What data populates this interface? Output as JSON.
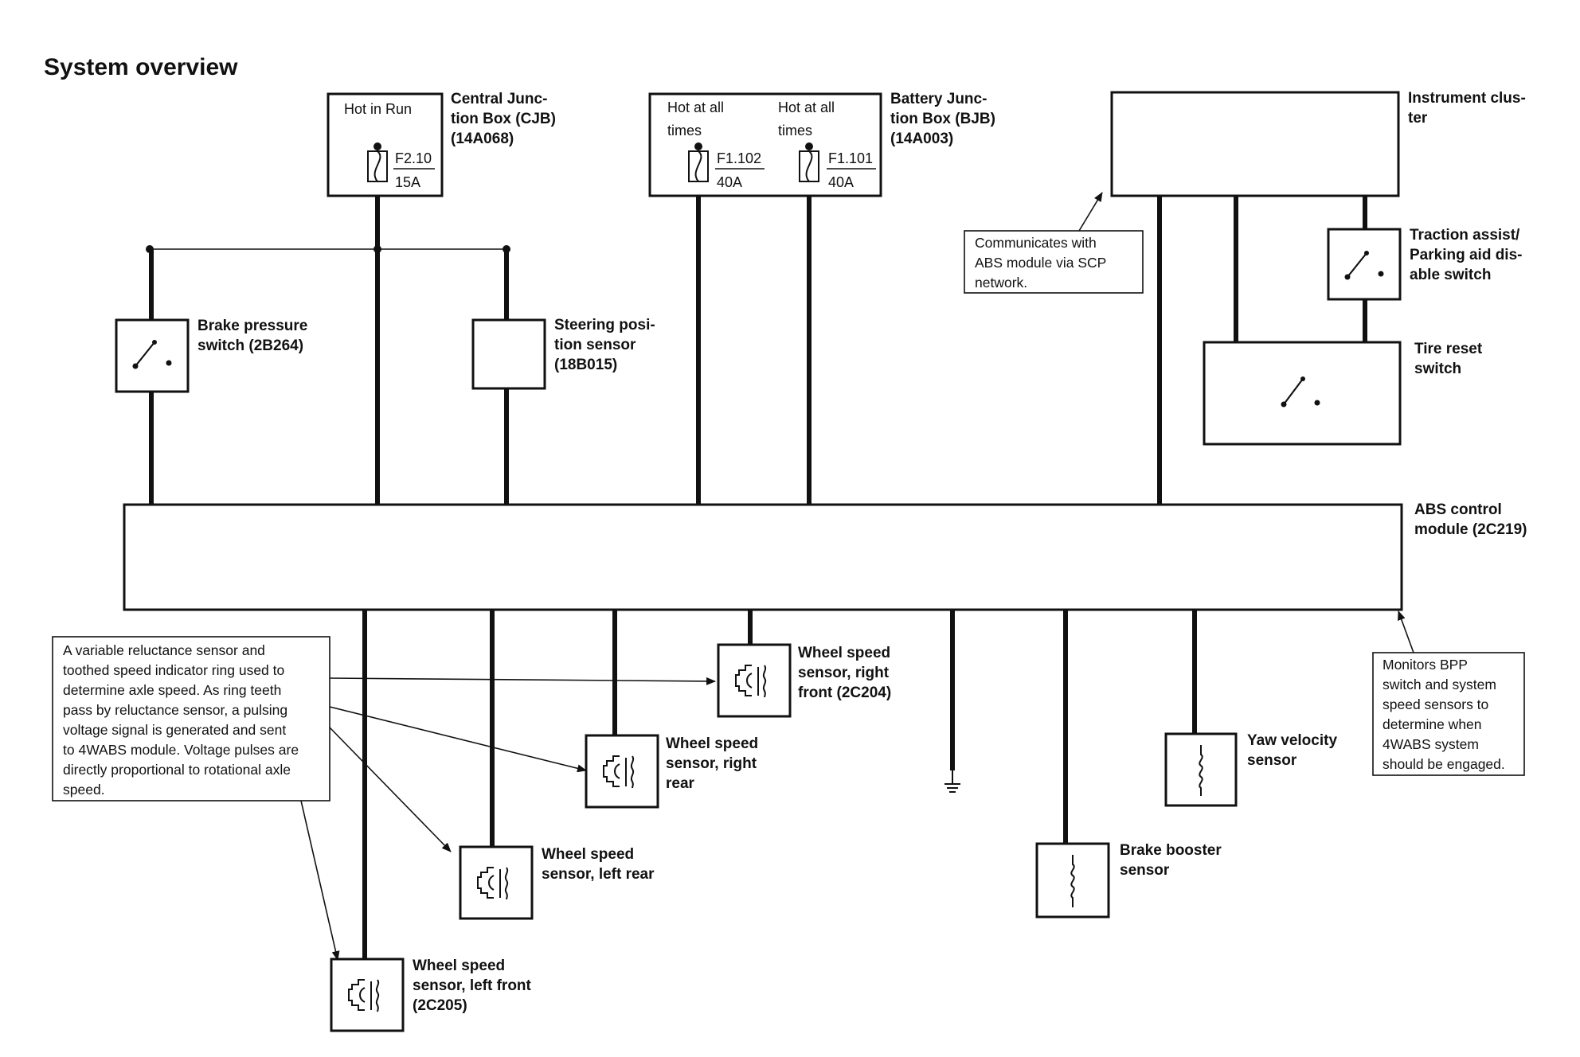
{
  "title": "System overview",
  "fuse_boxes": {
    "cjb": {
      "label_lines": [
        "Central Junc-",
        "tion Box (CJB)",
        "(14A068)"
      ],
      "feed": "Hot in Run",
      "fuse_id": "F2.10",
      "fuse_rating": "15A"
    },
    "bjb": {
      "label_lines": [
        "Battery Junc-",
        "tion Box (BJB)",
        "(14A003)"
      ],
      "feeds": [
        {
          "feed_lines": [
            "Hot at all",
            "times"
          ],
          "fuse_id": "F1.102",
          "fuse_rating": "40A"
        },
        {
          "feed_lines": [
            "Hot at all",
            "times"
          ],
          "fuse_id": "F1.101",
          "fuse_rating": "40A"
        }
      ]
    }
  },
  "instrument_cluster": {
    "label_lines": [
      "Instrument clus-",
      "ter"
    ]
  },
  "scp_note": {
    "lines": [
      "Communicates with",
      "ABS module via SCP",
      "network."
    ]
  },
  "traction_switch": {
    "label_lines": [
      "Traction assist/",
      "Parking aid dis-",
      "able switch"
    ]
  },
  "tire_reset": {
    "label_lines": [
      "Tire reset",
      "switch"
    ]
  },
  "brake_pressure": {
    "label_lines": [
      "Brake pressure",
      "switch (2B264)"
    ]
  },
  "steering_sensor": {
    "label_lines": [
      "Steering posi-",
      "tion sensor",
      "(18B015)"
    ]
  },
  "abs_module": {
    "label_lines": [
      "ABS control",
      "module (2C219)"
    ]
  },
  "vr_note": {
    "lines": [
      "A variable reluctance sensor and",
      "toothed speed indicator ring used to",
      "determine axle speed. As ring teeth",
      "pass by reluctance sensor, a pulsing",
      "voltage signal is generated and sent",
      "to 4WABS module. Voltage pulses are",
      "directly proportional to rotational axle",
      "speed."
    ]
  },
  "monitor_note": {
    "lines": [
      "Monitors BPP",
      "switch and system",
      "speed sensors to",
      "determine when",
      "4WABS system",
      "should be engaged."
    ]
  },
  "wheel_sensors": {
    "right_front": {
      "label_lines": [
        "Wheel speed",
        "sensor, right",
        "front (2C204)"
      ]
    },
    "right_rear": {
      "label_lines": [
        "Wheel speed",
        "sensor, right",
        "rear"
      ]
    },
    "left_rear": {
      "label_lines": [
        "Wheel speed",
        "sensor, left rear"
      ]
    },
    "left_front": {
      "label_lines": [
        "Wheel speed",
        "sensor, left front",
        "(2C205)"
      ]
    }
  },
  "yaw_sensor": {
    "label_lines": [
      "Yaw velocity",
      "sensor"
    ]
  },
  "booster_sensor": {
    "label_lines": [
      "Brake booster",
      "sensor"
    ]
  }
}
